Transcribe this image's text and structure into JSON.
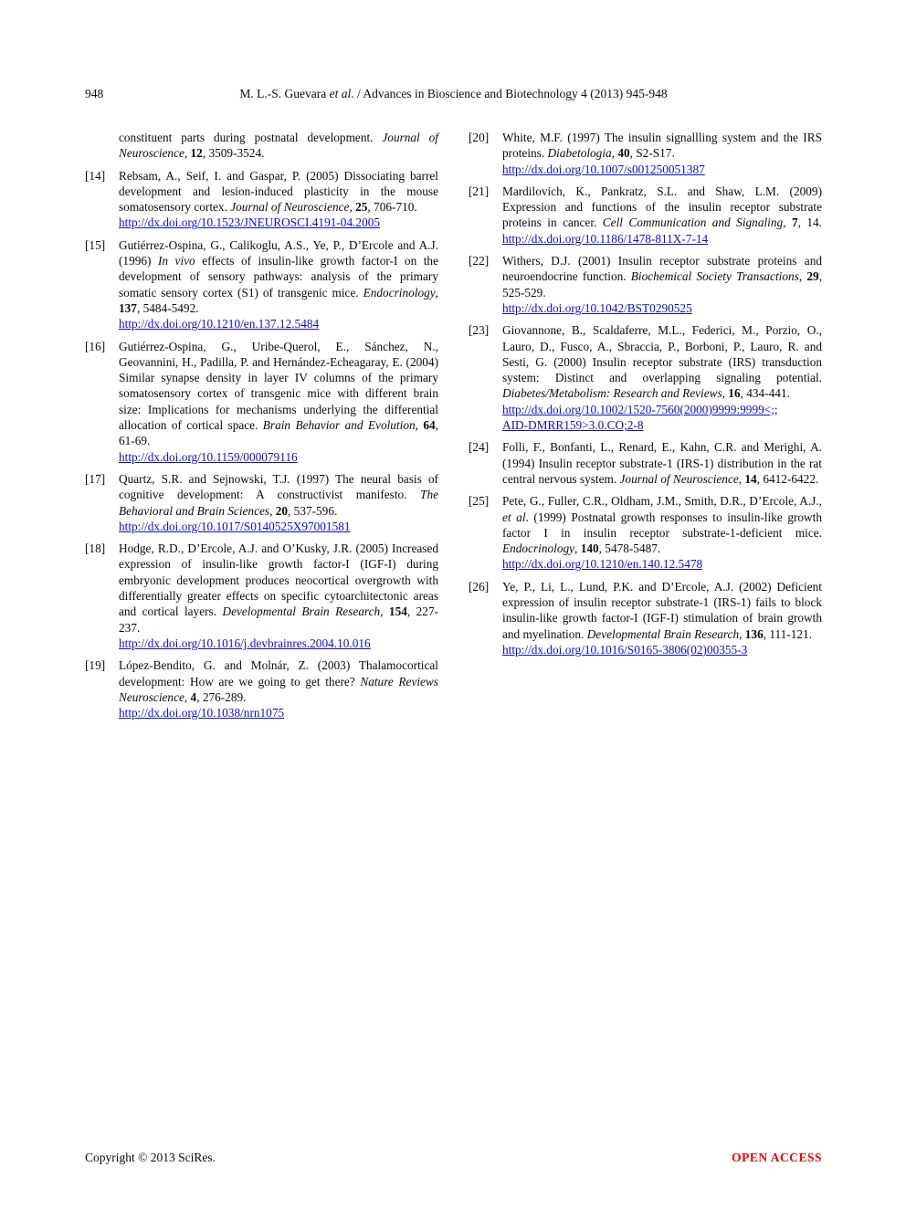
{
  "colors": {
    "link": "#0d0dcf",
    "open_access": "#ee0000",
    "text": "#0b0b0b",
    "background": "#ffffff"
  },
  "header": {
    "page_number": "948",
    "running_head": [
      {
        "t": "M. L.-S. Guevara ",
        "s": "p"
      },
      {
        "t": "et al",
        "s": "i"
      },
      {
        "t": ". / Advances in Bioscience and Biotechnology 4 (2013) 945-948",
        "s": "p"
      }
    ]
  },
  "references": {
    "left": [
      {
        "label": "",
        "segments": [
          {
            "t": "constituent parts during postnatal development. ",
            "s": "p"
          },
          {
            "t": "Journal of Neuroscience",
            "s": "i"
          },
          {
            "t": ", ",
            "s": "p"
          },
          {
            "t": "12",
            "s": "b"
          },
          {
            "t": ", 3509-3524.",
            "s": "p"
          }
        ]
      },
      {
        "label": "[14]",
        "segments": [
          {
            "t": "Rebsam, A., Seif, I. and Gaspar, P. (2005) Dissociating barrel development and lesion-induced plasticity in the mouse somatosensory cortex. ",
            "s": "p"
          },
          {
            "t": "Journal of Neuroscience",
            "s": "i"
          },
          {
            "t": ", ",
            "s": "p"
          },
          {
            "t": "25",
            "s": "b"
          },
          {
            "t": ", 706-710.",
            "s": "p"
          },
          {
            "s": "br"
          },
          {
            "t": "http://dx.doi.org/10.1523/JNEUROSCI.4191-04.2005",
            "s": "l"
          }
        ]
      },
      {
        "label": "[15]",
        "segments": [
          {
            "t": "Gutiérrez-Ospina, G., Calikoglu, A.S., Ye, P., D’Ercole and A.J. (1996) ",
            "s": "p"
          },
          {
            "t": "In vivo",
            "s": "i"
          },
          {
            "t": " effects of insulin-like growth factor-I on the development of sensory pathways: analysis of the primary somatic sensory cortex (S1) of transgenic mice. ",
            "s": "p"
          },
          {
            "t": "Endocrinology",
            "s": "i"
          },
          {
            "t": ", ",
            "s": "p"
          },
          {
            "t": "137",
            "s": "b"
          },
          {
            "t": ", 5484-5492.",
            "s": "p"
          },
          {
            "s": "br"
          },
          {
            "t": "http://dx.doi.org/10.1210/en.137.12.5484",
            "s": "l"
          }
        ]
      },
      {
        "label": "[16]",
        "segments": [
          {
            "t": "Gutiérrez-Ospina, G., Uribe-Querol, E., Sánchez, N., Geovannini, H., Padilla, P. and Hernández-Echeagaray, E. (2004) Similar synapse density in layer IV columns of the primary somatosensory cortex of transgenic mice with different brain size: Implications for mechanisms underlying the differential allocation of cortical space. ",
            "s": "p"
          },
          {
            "t": "Brain Behavior and Evolution",
            "s": "i"
          },
          {
            "t": ", ",
            "s": "p"
          },
          {
            "t": "64",
            "s": "b"
          },
          {
            "t": ", 61-69.",
            "s": "p"
          },
          {
            "s": "br"
          },
          {
            "t": "http://dx.doi.org/10.1159/000079116",
            "s": "l"
          }
        ]
      },
      {
        "label": "[17]",
        "segments": [
          {
            "t": "Quartz, S.R. and Sejnowski, T.J. (1997) The neural basis of cognitive development: A constructivist manifesto. ",
            "s": "p"
          },
          {
            "t": "The Behavioral and Brain Sciences",
            "s": "i"
          },
          {
            "t": ", ",
            "s": "p"
          },
          {
            "t": "20",
            "s": "b"
          },
          {
            "t": ", 537-596.",
            "s": "p"
          },
          {
            "s": "br"
          },
          {
            "t": "http://dx.doi.org/10.1017/S0140525X97001581",
            "s": "l"
          }
        ]
      },
      {
        "label": "[18]",
        "segments": [
          {
            "t": "Hodge, R.D., D’Ercole, A.J. and O’Kusky, J.R. (2005) Increased expression of insulin-like growth factor-I (IGF-I) during embryonic development produces neocortical overgrowth with differentially greater effects on specific cytoarchitectonic areas and cortical layers. ",
            "s": "p"
          },
          {
            "t": "Developmental Brain Research",
            "s": "i"
          },
          {
            "t": ", ",
            "s": "p"
          },
          {
            "t": "154",
            "s": "b"
          },
          {
            "t": ", 227-237.",
            "s": "p"
          },
          {
            "s": "br"
          },
          {
            "t": "http://dx.doi.org/10.1016/j.devbrainres.2004.10.016",
            "s": "l"
          }
        ]
      },
      {
        "label": "[19]",
        "segments": [
          {
            "t": "López-Bendito, G. and Molnár, Z. (2003) Thalamocortical development: How are we going to get there? ",
            "s": "p"
          },
          {
            "t": "Nature Reviews Neuroscience",
            "s": "i"
          },
          {
            "t": ", ",
            "s": "p"
          },
          {
            "t": "4",
            "s": "b"
          },
          {
            "t": ", 276-289.",
            "s": "p"
          },
          {
            "s": "br"
          },
          {
            "t": "http://dx.doi.org/10.1038/nrn1075",
            "s": "l"
          }
        ]
      }
    ],
    "right": [
      {
        "label": "[20]",
        "segments": [
          {
            "t": "White, M.F. (1997) The insulin signallling system and the IRS proteins. ",
            "s": "p"
          },
          {
            "t": "Diabetologia",
            "s": "i"
          },
          {
            "t": ", ",
            "s": "p"
          },
          {
            "t": "40",
            "s": "b"
          },
          {
            "t": ", S2-S17.",
            "s": "p"
          },
          {
            "s": "br"
          },
          {
            "t": "http://dx.doi.org/10.1007/s001250051387",
            "s": "l"
          }
        ]
      },
      {
        "label": "[21]",
        "segments": [
          {
            "t": "Mardilovich, K., Pankratz, S.L. and Shaw, L.M. (2009) Expression and functions of the insulin receptor substrate proteins in cancer. ",
            "s": "p"
          },
          {
            "t": "Cell Communication and Signaling",
            "s": "i"
          },
          {
            "t": ", ",
            "s": "p"
          },
          {
            "t": "7",
            "s": "b"
          },
          {
            "t": ", 14. ",
            "s": "p"
          },
          {
            "t": "http://dx.doi.org/10.1186/1478-811X-7-14",
            "s": "l"
          }
        ]
      },
      {
        "label": "[22]",
        "segments": [
          {
            "t": "Withers, D.J. (2001) Insulin receptor substrate proteins and neuroendocrine function. ",
            "s": "p"
          },
          {
            "t": "Biochemical Society Transactions",
            "s": "i"
          },
          {
            "t": ", ",
            "s": "p"
          },
          {
            "t": "29",
            "s": "b"
          },
          {
            "t": ", 525-529.",
            "s": "p"
          },
          {
            "s": "br"
          },
          {
            "t": "http://dx.doi.org/10.1042/BST0290525",
            "s": "l"
          }
        ]
      },
      {
        "label": "[23]",
        "segments": [
          {
            "t": "Giovannone, B., Scaldaferre, M.L., Federici, M., Porzio, O., Lauro, D., Fusco, A., Sbraccia, P., Borboni, P., Lauro, R. and Sesti, G. (2000) Insulin receptor substrate (IRS) transduction system: Distinct and overlapping signaling potential. ",
            "s": "p"
          },
          {
            "t": "Diabetes/Metabolism: Research and Reviews",
            "s": "i"
          },
          {
            "t": ", ",
            "s": "p"
          },
          {
            "t": "16",
            "s": "b"
          },
          {
            "t": ", 434-441.",
            "s": "p"
          },
          {
            "s": "br"
          },
          {
            "t": "http://dx.doi.org/10.1002/1520-7560(2000)9999:9999<;;",
            "s": "l"
          },
          {
            "s": "br"
          },
          {
            "t": "AID-DMRR159>3.0.CO;2-8",
            "s": "l"
          }
        ]
      },
      {
        "label": "[24]",
        "segments": [
          {
            "t": "Folli, F., Bonfanti, L., Renard, E., Kahn, C.R. and Merighi, A. (1994) Insulin receptor substrate-1 (IRS-1) distribution in the rat central nervous system. ",
            "s": "p"
          },
          {
            "t": "Journal of Neuroscience",
            "s": "i"
          },
          {
            "t": ", ",
            "s": "p"
          },
          {
            "t": "14",
            "s": "b"
          },
          {
            "t": ", 6412-6422.",
            "s": "p"
          }
        ]
      },
      {
        "label": "[25]",
        "segments": [
          {
            "t": "Pete, G., Fuller, C.R., Oldham, J.M., Smith, D.R., D’Ercole, A.J., ",
            "s": "p"
          },
          {
            "t": "et al",
            "s": "i"
          },
          {
            "t": ". (1999) Postnatal growth responses to insulin-like growth factor I in insulin receptor substrate-1-deficient mice. ",
            "s": "p"
          },
          {
            "t": "Endocrinology",
            "s": "i"
          },
          {
            "t": ", ",
            "s": "p"
          },
          {
            "t": "140",
            "s": "b"
          },
          {
            "t": ", 5478-5487.",
            "s": "p"
          },
          {
            "s": "br"
          },
          {
            "t": "http://dx.doi.org/10.1210/en.140.12.5478",
            "s": "l"
          }
        ]
      },
      {
        "label": "[26]",
        "segments": [
          {
            "t": "Ye, P., Li, L., Lund, P.K. and D’Ercole, A.J. (2002) Deficient expression of insulin receptor substrate-1 (IRS-1) fails to block insulin-like growth factor-I (IGF-I) stimulation of brain growth and myelination. ",
            "s": "p"
          },
          {
            "t": "Developmental Brain Research",
            "s": "i"
          },
          {
            "t": ", ",
            "s": "p"
          },
          {
            "t": "136",
            "s": "b"
          },
          {
            "t": ", 111-121.",
            "s": "p"
          },
          {
            "s": "br"
          },
          {
            "t": "http://dx.doi.org/10.1016/S0165-3806(02)00355-3",
            "s": "l"
          }
        ]
      }
    ]
  },
  "footer": {
    "copyright": "Copyright © 2013 SciRes.",
    "open_access": "OPEN ACCESS"
  }
}
